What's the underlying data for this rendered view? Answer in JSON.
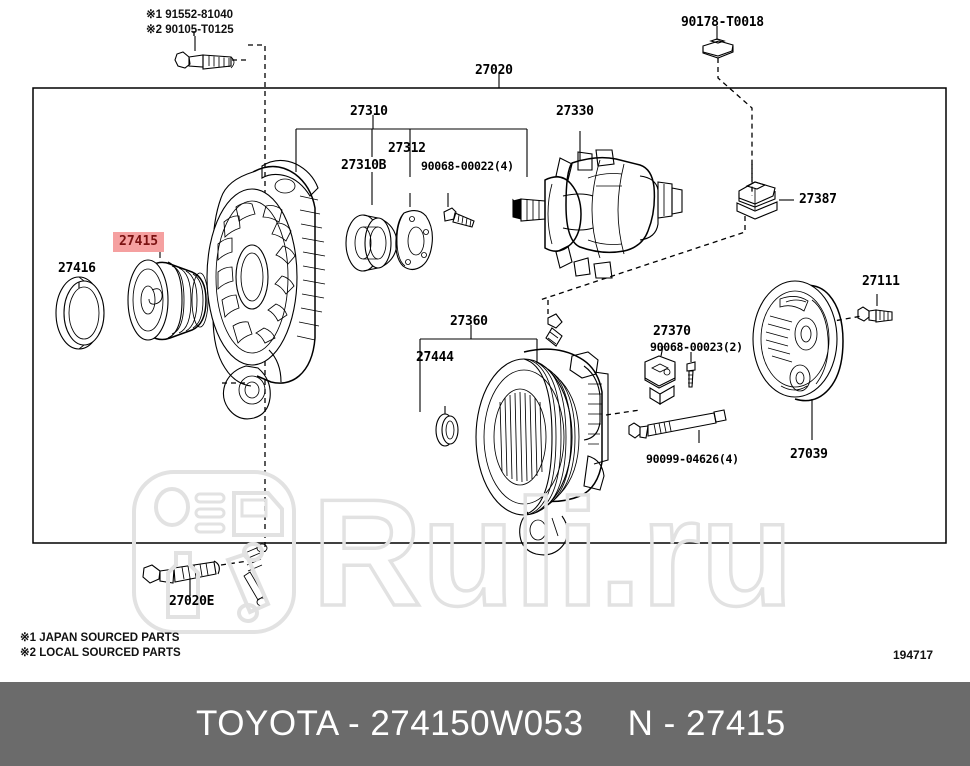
{
  "diagram": {
    "id_number": "194717",
    "group_label": "27020",
    "border_box": true
  },
  "top_notes": [
    {
      "key": "note1",
      "text": "※1 91552-81040"
    },
    {
      "key": "note2",
      "text": "※2 90105-T0125"
    }
  ],
  "callouts": [
    {
      "name": "callout-90178-t0018",
      "text": "90178-T0018"
    },
    {
      "name": "callout-27020",
      "text": "27020"
    },
    {
      "name": "callout-27310",
      "text": "27310"
    },
    {
      "name": "callout-27312",
      "text": "27312"
    },
    {
      "name": "callout-27330",
      "text": "27330"
    },
    {
      "name": "callout-27310b",
      "text": "27310B"
    },
    {
      "name": "callout-90068-00022",
      "text": "90068-00022(4)"
    },
    {
      "name": "callout-27387",
      "text": "27387"
    },
    {
      "name": "callout-27415",
      "text": "27415",
      "highlighted": true
    },
    {
      "name": "callout-27416",
      "text": "27416"
    },
    {
      "name": "callout-27111",
      "text": "27111"
    },
    {
      "name": "callout-27360",
      "text": "27360"
    },
    {
      "name": "callout-27444",
      "text": "27444"
    },
    {
      "name": "callout-27370",
      "text": "27370"
    },
    {
      "name": "callout-90068-00023",
      "text": "90068-00023(2)"
    },
    {
      "name": "callout-90099-04626",
      "text": "90099-04626(4)"
    },
    {
      "name": "callout-27039",
      "text": "27039"
    },
    {
      "name": "callout-27020e",
      "text": "27020E"
    }
  ],
  "legend": [
    {
      "key": "legend1",
      "text": "※1 JAPAN SOURCED PARTS"
    },
    {
      "key": "legend2",
      "text": "※2 LOCAL SOURCED PARTS"
    }
  ],
  "footer": {
    "left_text": "TOYOTA - 274150W053",
    "right_text": "N - 27415",
    "background": "#6b6b6b",
    "text_color": "#ffffff"
  },
  "watermark": {
    "text": "Ruli.ru",
    "color": "#e2e2e2"
  },
  "colors": {
    "highlight_bg": "#f5a0a0",
    "highlight_text": "#7a1111",
    "line": "#000000",
    "page_bg": "#ffffff"
  }
}
